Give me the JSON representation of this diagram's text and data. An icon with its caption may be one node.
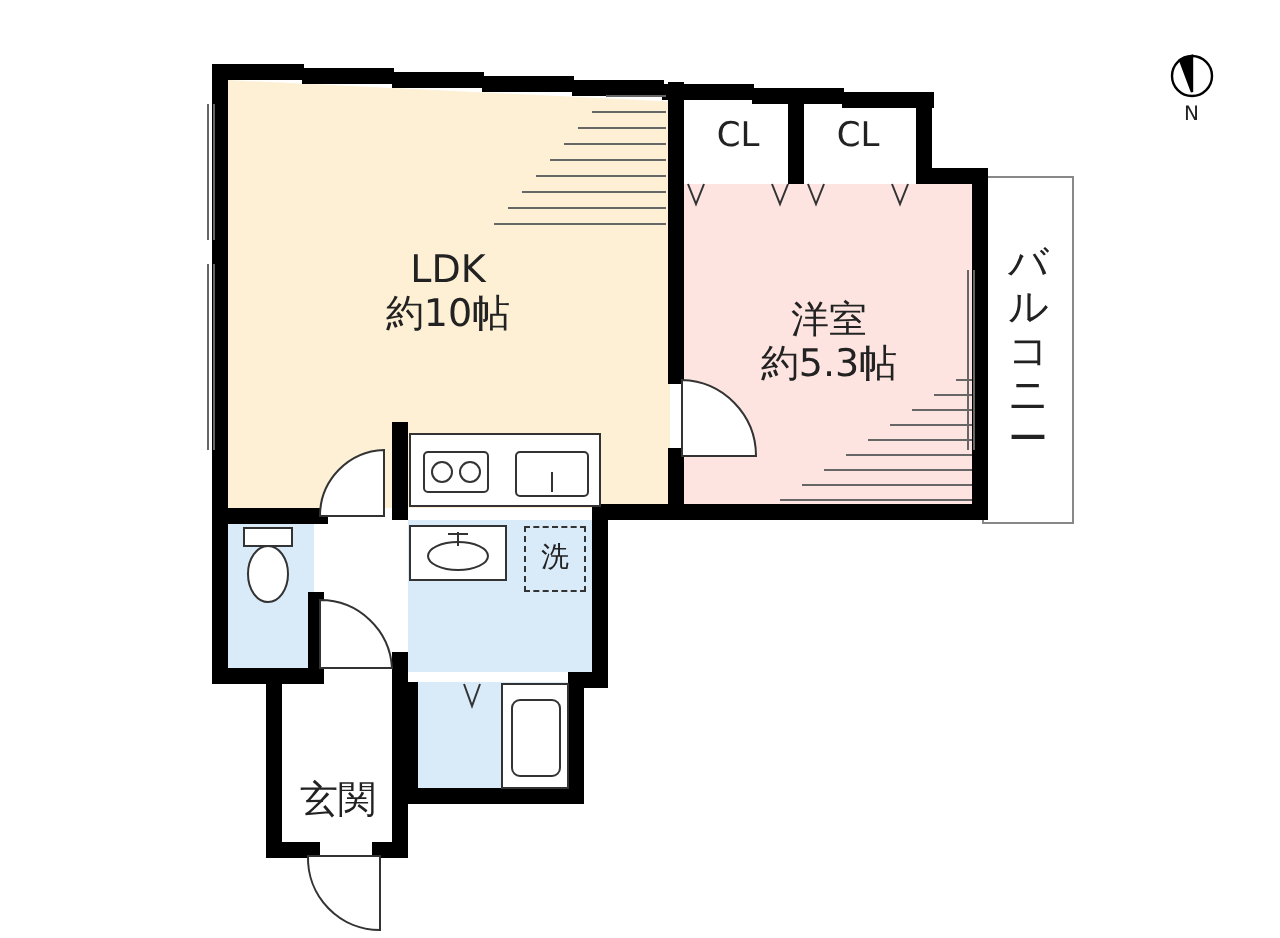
{
  "diagram": {
    "nodes": [
      {
        "text": [
          "LDK",
          "約10帖"
        ]
      },
      {
        "text": [
          "CL"
        ]
      },
      {
        "text": [
          "CL"
        ]
      },
      {
        "text": [
          "洋室",
          "約5.3帖"
        ]
      },
      {
        "text": [
          "バルコニー"
        ]
      },
      {
        "text": [],
        "shape": "box"
      },
      {
        "text": [],
        "shape": "box"
      },
      {
        "text": [
          "洗"
        ],
        "in": 6
      },
      {
        "text": [],
        "shape": "box"
      },
      {
        "text": [
          "玄関"
        ]
      }
    ],
    "labels": [
      "N"
    ]
  }
}
